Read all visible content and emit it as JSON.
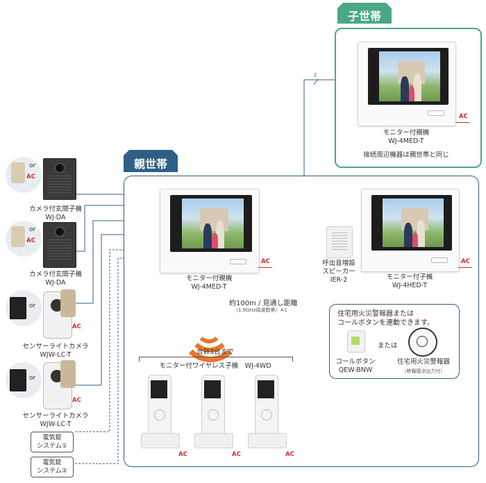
{
  "colors": {
    "child_household": "#4aa884",
    "parent_household": "#2f5f86",
    "ac_red": "#d62b2b",
    "wave_orange": "#e9772c"
  },
  "child_household": {
    "tab_label": "子世帯",
    "monitor_label": "モニター付親機",
    "monitor_model": "WJ-4MED-T",
    "note": "接続周辺機器は親世帯と同じ",
    "ac": "AC"
  },
  "parent_household": {
    "tab_label": "親世帯"
  },
  "left_devices": [
    {
      "or": "or",
      "ac": "AC",
      "label": "カメラ付玄関子機",
      "model": "WJ-DA"
    },
    {
      "or": "or",
      "ac": "AC",
      "label": "カメラ付玄関子機",
      "model": "WJ-DA"
    },
    {
      "or": "or",
      "ac": "AC",
      "label": "センサーライトカメラ",
      "model": "WJW-LC-T"
    },
    {
      "or": "or",
      "ac": "AC",
      "label": "センサーライトカメラ",
      "model": "WJW-LC-T"
    }
  ],
  "lock_systems": [
    {
      "line1": "電気錠",
      "line2": "システム①"
    },
    {
      "line1": "電気錠",
      "line2": "システム②"
    }
  ],
  "main_monitor": {
    "label": "モニター付親機",
    "model": "WJ-4MED-T",
    "ac": "AC"
  },
  "sub_monitor": {
    "label": "モニター付子機",
    "model": "WJ-4HED-T",
    "ac": "AC"
  },
  "speaker": {
    "line1": "呼出音増設",
    "line2": "スピーカー",
    "model": "IER-2"
  },
  "wireless": {
    "range_main": "約100m / 見通し距離",
    "range_sub": "（1.9GHz周波数帯）※1",
    "total": "合計3台まで",
    "label": "モニター付ワイヤレス子機　WJ-4WD",
    "ac": "AC"
  },
  "fire_alarm_box": {
    "title_line1": "住宅用火災警報器または",
    "title_line2": "コールボタンを連動できます。",
    "call_button_label": "コールボタン",
    "call_button_model": "QEW-BNW",
    "or_text": "または",
    "alarm_label": "住宅用火災警報器",
    "alarm_sub": "（移報接点出力付）"
  },
  "wire_count": "2"
}
